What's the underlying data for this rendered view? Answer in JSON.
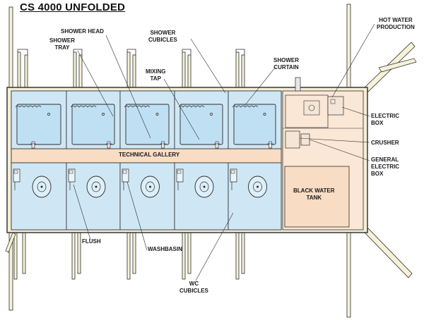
{
  "title": "CS 4000 UNFOLDED",
  "labels": {
    "shower_head": "SHOWER HEAD",
    "shower_tray": "SHOWER\nTRAY",
    "shower_cubicles": "SHOWER\nCUBICLES",
    "mixing_tap": "MIXING\nTAP",
    "shower_curtain": "SHOWER\nCURTAIN",
    "hot_water_production": "HOT WATER\nPRODUCTION",
    "electric_box": "ELECTRIC\nBOX",
    "crusher": "CRUSHER",
    "general_electric_box": "GENERAL ELECTRIC\nBOX",
    "technical_gallery": "TECHNICAL GALLERY",
    "black_water_tank": "BLACK WATER\nTANK",
    "flush": "FLUSH",
    "washbasin": "WASHBASIN",
    "wc_cubicles": "WC\nCUBICLES"
  },
  "colors": {
    "cubicle_fill": "#cfe7f5",
    "gallery_fill": "#f8dcc4",
    "technical_room_fill": "#fbe7d6",
    "outline": "#2b2b2b",
    "frame": "#f6f2d8"
  }
}
